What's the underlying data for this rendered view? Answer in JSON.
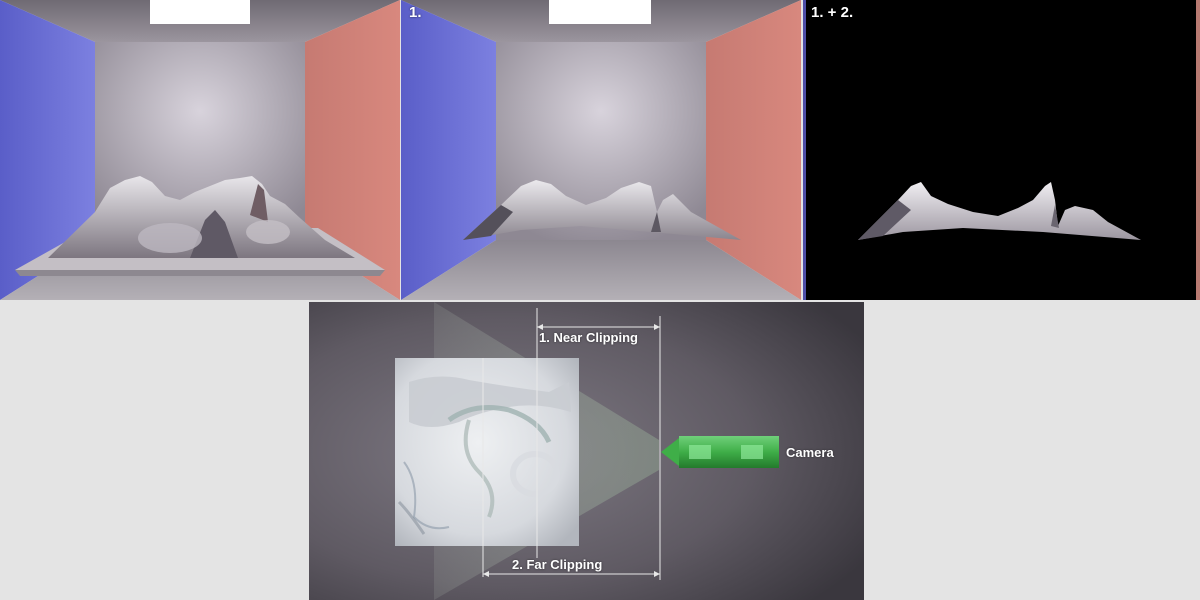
{
  "panels": [
    {
      "label": ""
    },
    {
      "label": "1."
    },
    {
      "label": "1. + 2."
    }
  ],
  "diagram": {
    "near_clipping_label": "1. Near Clipping",
    "far_clipping_label": "2. Far Clipping",
    "camera_label": "Camera"
  },
  "colors": {
    "left_wall": "#6e72d8",
    "right_wall": "#d0847a",
    "back_wall": "#a9a3ad",
    "camera": "#3fae48",
    "frustum": "#9aa39a"
  }
}
